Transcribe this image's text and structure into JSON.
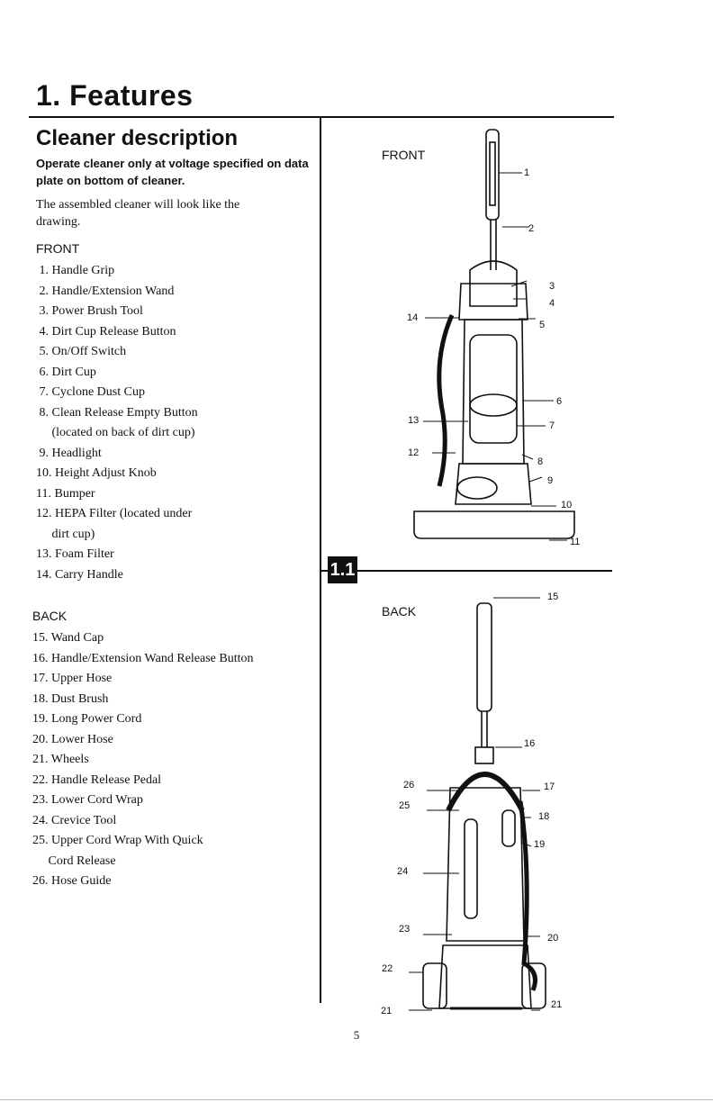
{
  "header": {
    "title": "1. Features"
  },
  "section": {
    "title": "Cleaner description",
    "warning": "Operate cleaner only at voltage specified on data plate on bottom of cleaner.",
    "intro": "The assembled cleaner will look like the drawing.",
    "badge": "1.1"
  },
  "front": {
    "heading": "FRONT",
    "items": [
      " 1. Handle Grip",
      " 2. Handle/Extension Wand",
      " 3. Power Brush Tool",
      " 4. Dirt Cup Release Button",
      " 5. On/Off Switch",
      " 6. Dirt Cup",
      " 7. Cyclone Dust Cup",
      " 8. Clean Release Empty Button",
      "     (located on back of dirt cup)",
      " 9. Headlight",
      "10. Height Adjust Knob",
      "11. Bumper",
      "12. HEPA Filter (located under",
      "     dirt cup)",
      "13. Foam Filter",
      "14. Carry Handle"
    ]
  },
  "back": {
    "heading": "BACK",
    "items": [
      "15. Wand Cap",
      "16. Handle/Extension Wand Release Button",
      "17. Upper Hose",
      "18. Dust Brush",
      "19. Long Power Cord",
      "20. Lower Hose",
      "21. Wheels",
      "22. Handle Release Pedal",
      "23. Lower Cord Wrap",
      "24. Crevice Tool",
      "25. Upper Cord Wrap With Quick",
      "     Cord Release",
      "26. Hose Guide"
    ]
  },
  "diagram_front": {
    "label": "FRONT",
    "callouts": [
      "1",
      "2",
      "3",
      "4",
      "5",
      "6",
      "7",
      "8",
      "9",
      "10",
      "11",
      "12",
      "13",
      "14"
    ]
  },
  "diagram_back": {
    "label": "BACK",
    "callouts": [
      "15",
      "16",
      "17",
      "18",
      "19",
      "20",
      "21",
      "21",
      "22",
      "23",
      "24",
      "25",
      "26"
    ]
  },
  "footer": {
    "page_number": "5"
  }
}
